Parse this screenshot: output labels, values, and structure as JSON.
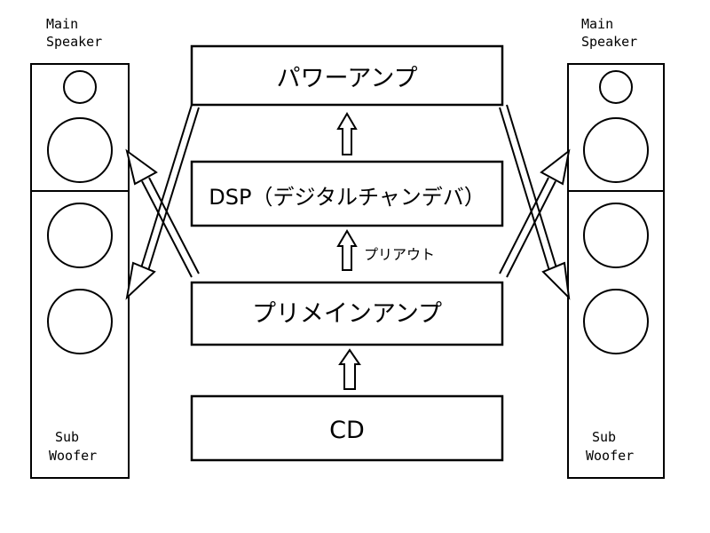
{
  "blocks": {
    "power_amp": "パワーアンプ",
    "dsp": "DSP（デジタルチャンデバ）",
    "preamp": "プリメインアンプ",
    "cd": "CD"
  },
  "pre_out_label": "プリアウト",
  "left_speaker": {
    "top_label_1": "Main",
    "top_label_2": "Speaker",
    "bottom_label_1": "Sub",
    "bottom_label_2": "Woofer"
  },
  "right_speaker": {
    "top_label_1": "Main",
    "top_label_2": "Speaker",
    "bottom_label_1": "Sub",
    "bottom_label_2": "Woofer"
  }
}
